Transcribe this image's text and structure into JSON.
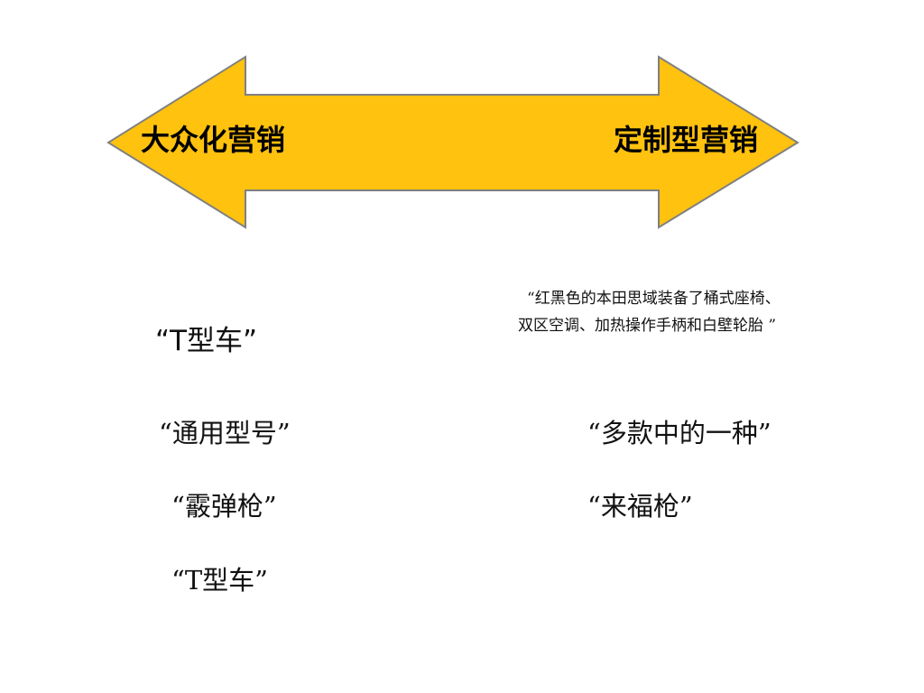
{
  "arrow": {
    "left_label": "大众化营销",
    "right_label": "定制型营销",
    "fill_color": "#FFC20E",
    "stroke_color": "#808080"
  },
  "left_column": {
    "t_car_top": "“T型车”",
    "generic_model": "“通用型号”",
    "shotgun": "“霰弹枪”",
    "t_car_bottom": "“T型车”"
  },
  "right_column": {
    "quote_line_1": "“红黑色的本田思域装备了桶式座椅、",
    "quote_line_2": "双区空调、加热操作手柄和白壁轮胎 ”",
    "one_of_many": "“多款中的一种”",
    "rifle": "“来福枪”"
  }
}
